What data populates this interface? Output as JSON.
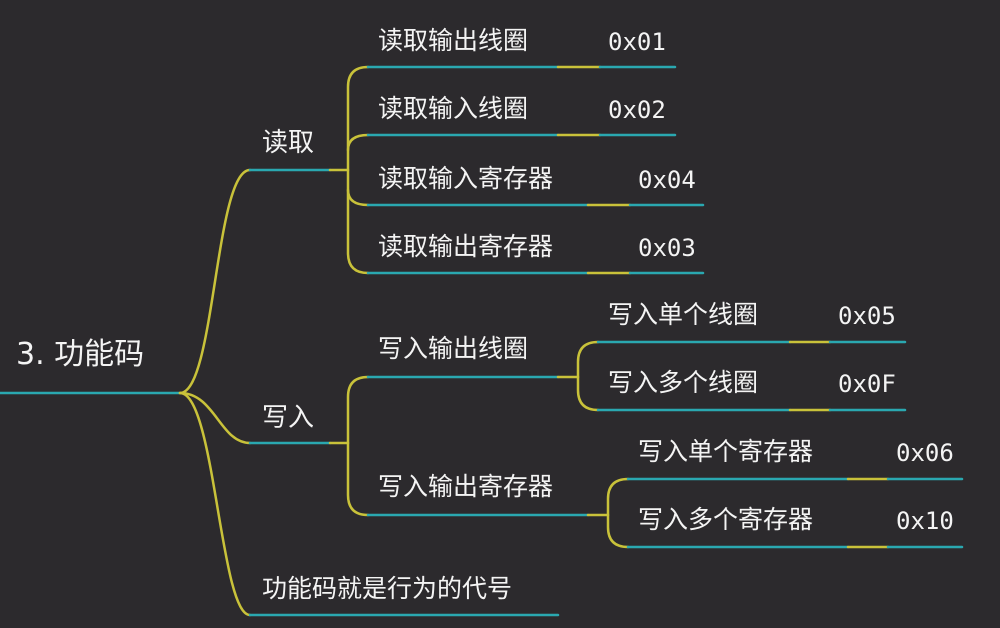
{
  "mindmap": {
    "root": "3. 功能码",
    "read": {
      "label": "读取",
      "items": [
        {
          "label": "读取输出线圈",
          "code": "0x01"
        },
        {
          "label": "读取输入线圈",
          "code": "0x02"
        },
        {
          "label": "读取输入寄存器",
          "code": "0x04"
        },
        {
          "label": "读取输出寄存器",
          "code": "0x03"
        }
      ]
    },
    "write": {
      "label": "写入",
      "groups": [
        {
          "label": "写入输出线圈",
          "items": [
            {
              "label": "写入单个线圈",
              "code": "0x05"
            },
            {
              "label": "写入多个线圈",
              "code": "0x0F"
            }
          ]
        },
        {
          "label": "写入输出寄存器",
          "items": [
            {
              "label": "写入单个寄存器",
              "code": "0x06"
            },
            {
              "label": "写入多个寄存器",
              "code": "0x10"
            }
          ]
        }
      ]
    },
    "note": "功能码就是行为的代号"
  },
  "colors": {
    "background": "#2c2a2d",
    "branch": "#c9c23a",
    "underline": "#2aa8b0",
    "text": "#f4f4f4"
  }
}
